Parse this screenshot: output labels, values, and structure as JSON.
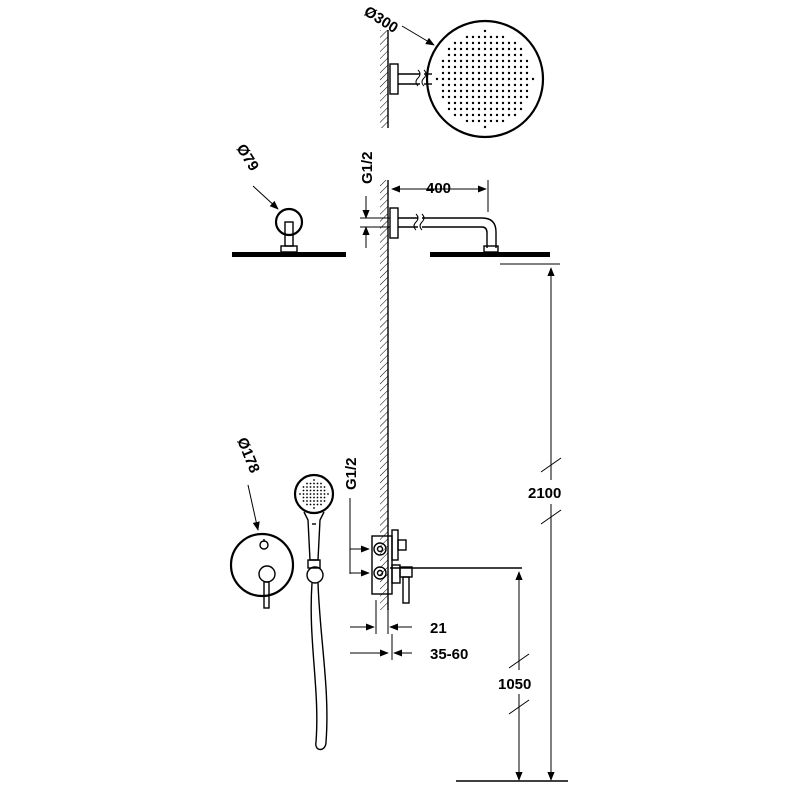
{
  "labels": {
    "shower_head_diameter": "Ø300",
    "wall_flange_diameter": "Ø79",
    "top_inlet_thread": "G1/2",
    "arm_length": "400",
    "shower_height": "2100",
    "mixer_plate_diameter": "Ø178",
    "mixer_inlet_thread": "G1/2",
    "plate_depth": "21",
    "embed_depth_range": "35-60",
    "mixer_height": "1050"
  },
  "colors": {
    "line": "#000000",
    "background": "#ffffff"
  }
}
